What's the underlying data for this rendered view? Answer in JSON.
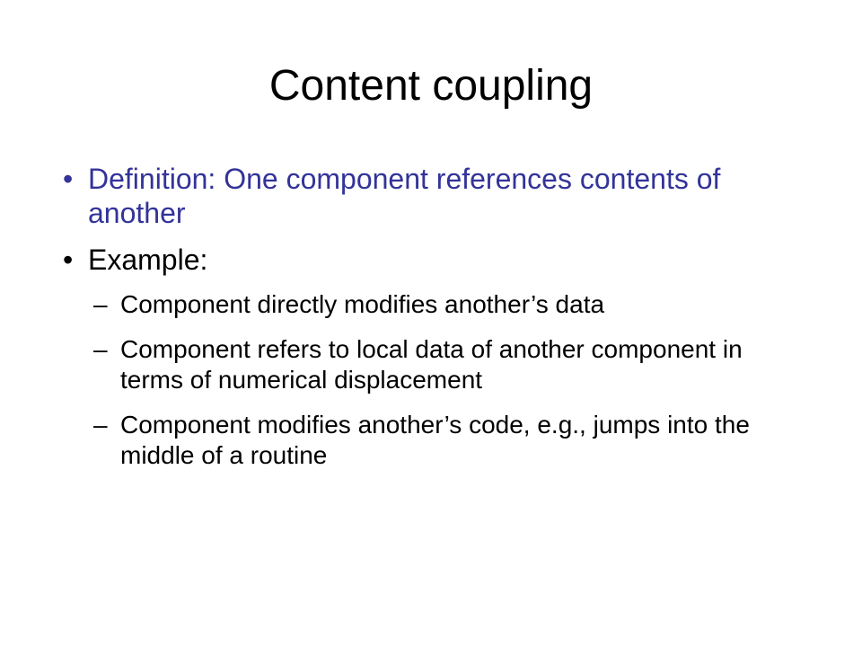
{
  "slide": {
    "title": "Content coupling",
    "bullets": [
      {
        "marker": "•",
        "text": "Definition: One component references contents of another"
      },
      {
        "marker": "•",
        "text": "Example:",
        "subitems": [
          {
            "marker": "–",
            "text": "Component directly modifies another’s data"
          },
          {
            "marker": "–",
            "text": "Component refers to local data of another component in terms of numerical displacement"
          },
          {
            "marker": "–",
            "text": "Component modifies another’s code, e.g., jumps into the middle of a routine"
          }
        ]
      }
    ]
  },
  "colors": {
    "definition_text": "#333399",
    "body_text": "#000000",
    "background": "#ffffff"
  }
}
